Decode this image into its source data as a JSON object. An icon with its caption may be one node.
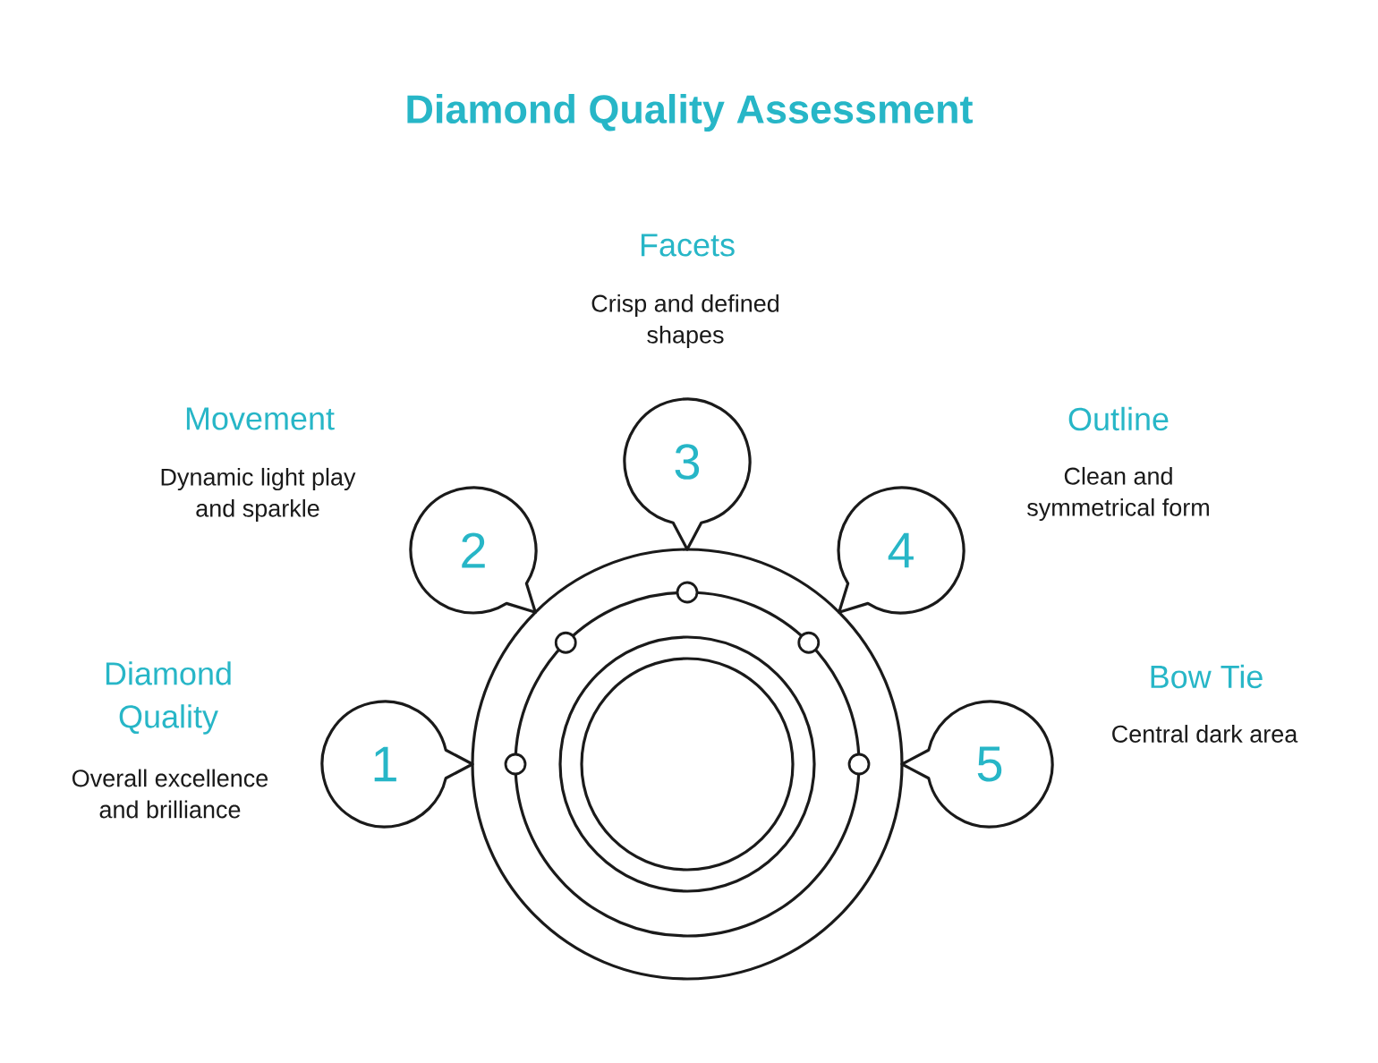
{
  "diagram": {
    "title": "Diamond Quality Assessment",
    "nodes": [
      {
        "text": [
          "1"
        ],
        "beside": [
          "Diamond Quality",
          "Overall excellence and brilliance"
        ]
      },
      {
        "text": [
          "2"
        ],
        "beside": [
          "Movement",
          "Dynamic light play and sparkle"
        ]
      },
      {
        "text": [
          "3"
        ],
        "beside": [
          "Facets",
          "Crisp and defined shapes"
        ]
      },
      {
        "text": [
          "4"
        ],
        "beside": [
          "Outline",
          "Clean and symmetrical form"
        ]
      },
      {
        "text": [
          "5"
        ],
        "beside": [
          "Bow Tie",
          "Central dark area"
        ]
      }
    ]
  }
}
